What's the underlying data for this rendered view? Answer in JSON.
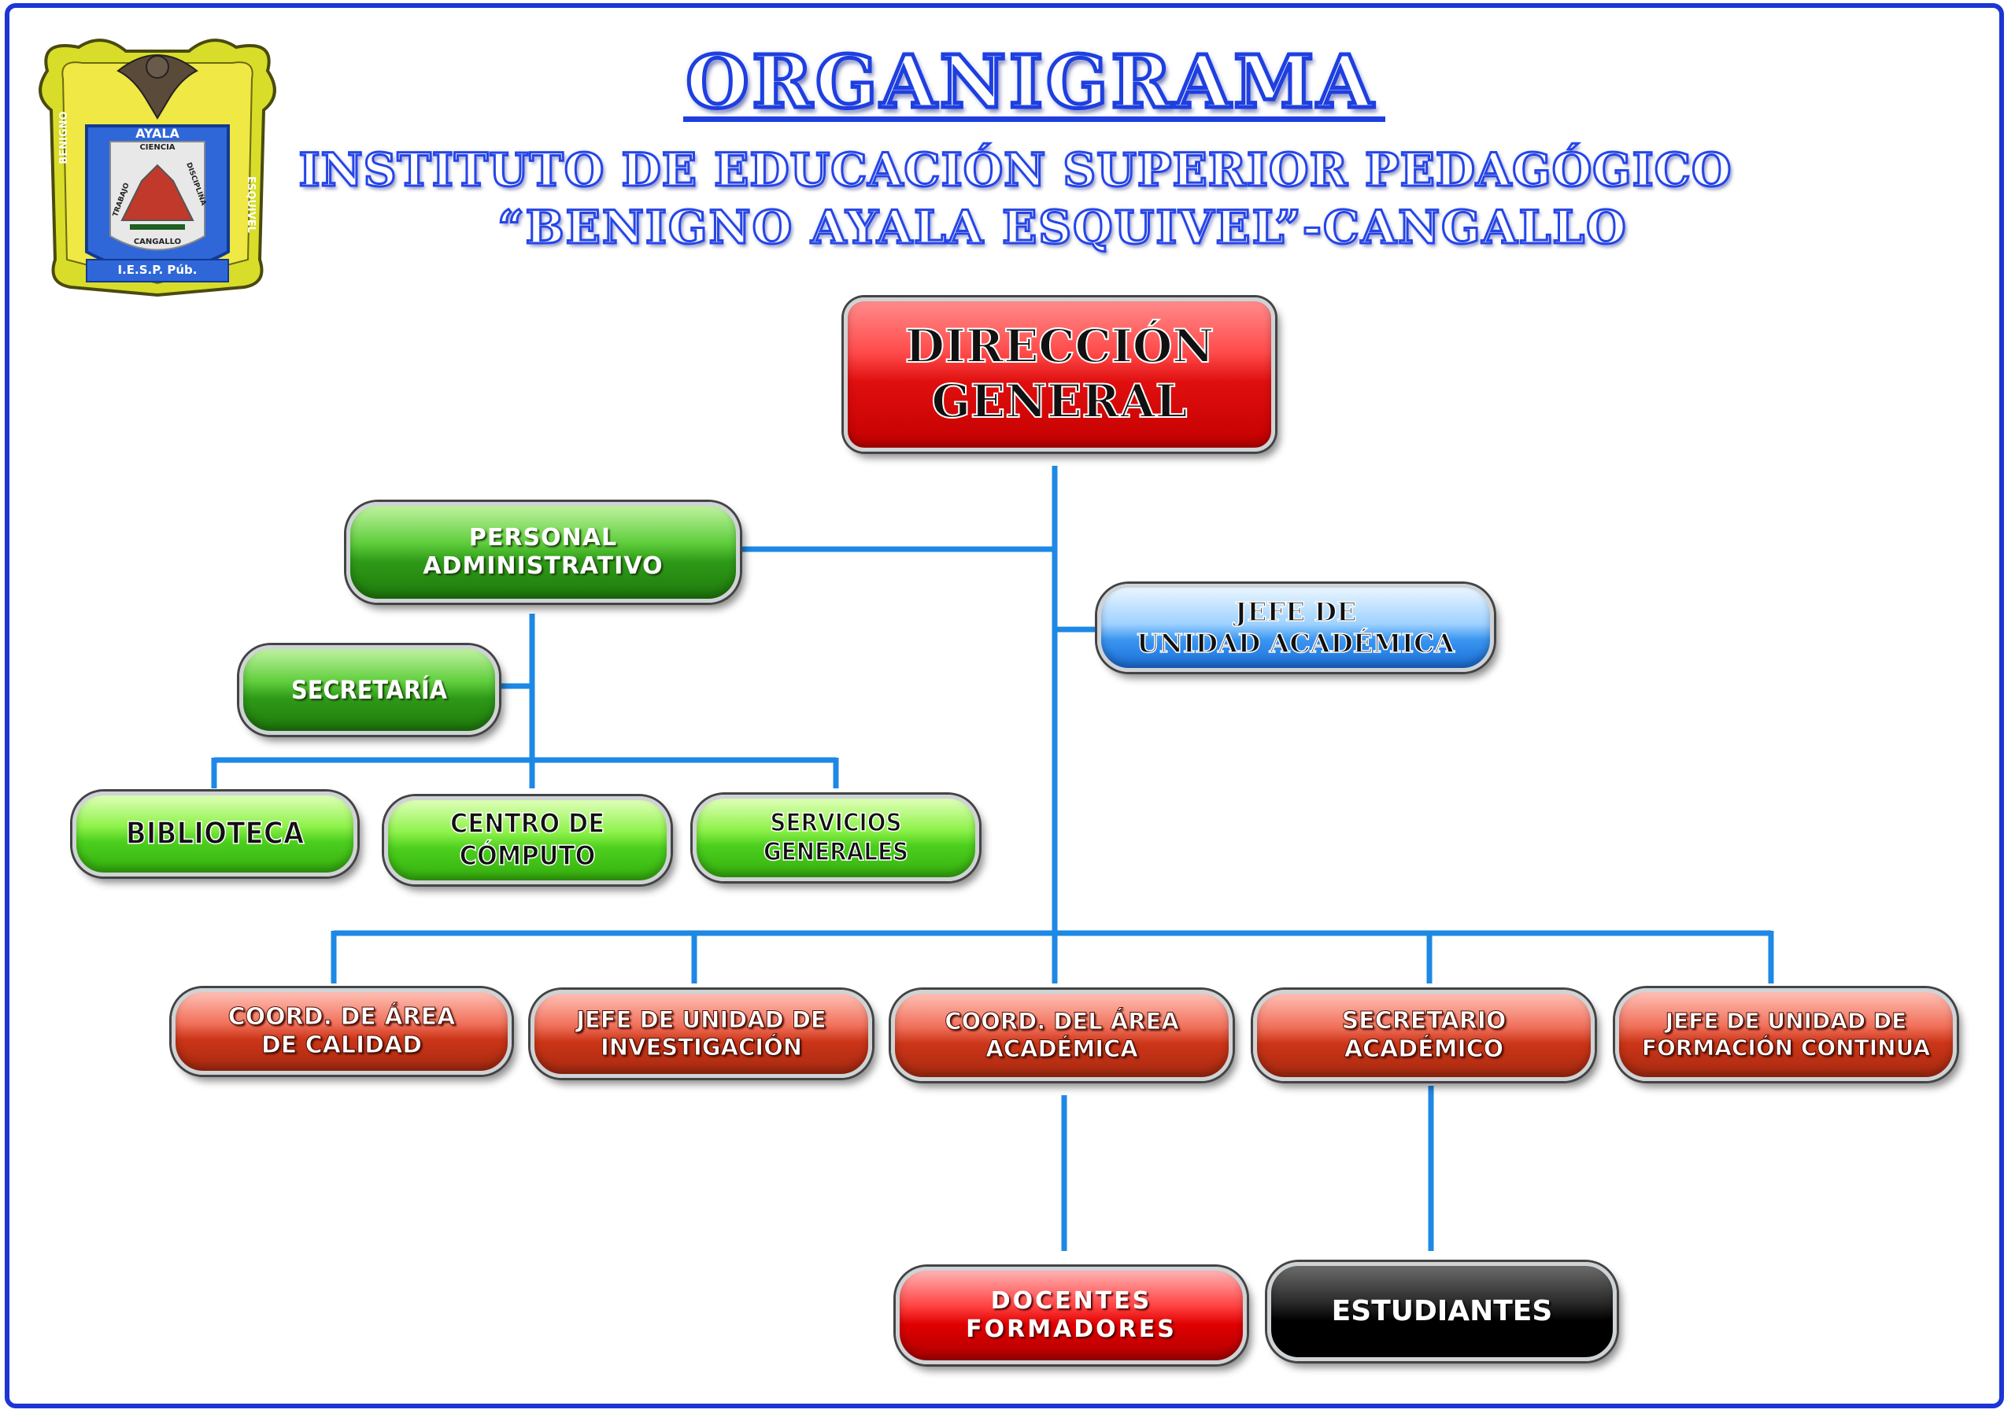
{
  "header": {
    "title": "ORGANIGRAMA",
    "subtitle_line1": "INSTITUTO DE EDUCACIÓN SUPERIOR PEDAGÓGICO",
    "subtitle_line2": "“BENIGNO AYALA ESQUIVEL”-CANGALLO"
  },
  "logo": {
    "top_text": "AYALA",
    "left_text": "BENIGNO",
    "right_text": "ESQUIVEL",
    "inner_top": "CIENCIA",
    "inner_left": "TRABAJO",
    "inner_right": "DISCIPLINA",
    "inner_bottom": "CANGALLO",
    "bottom_text": "I.E.S.P. Púb."
  },
  "nodes": {
    "direccion_general": "DIRECCIÓN\nGENERAL",
    "personal_administrativo": "PERSONAL\nADMINISTRATIVO",
    "jefe_unidad_academica": "JEFE DE\nUNIDAD ACADÉMICA",
    "secretaria": "SECRETARÍA",
    "biblioteca": "BIBLIOTECA",
    "centro_computo": "CENTRO DE CÓMPUTO",
    "servicios_generales": "SERVICIOS GENERALES",
    "coord_calidad": "COORD. DE ÁREA\nDE CALIDAD",
    "jefe_investigacion": "JEFE DE UNIDAD DE\nINVESTIGACIÓN",
    "coord_academica": "COORD. DEL ÁREA\nACADÉMICA",
    "secretario_academico": "SECRETARIO\nACADÉMICO",
    "jefe_formacion_continua": "JEFE DE UNIDAD DE\nFORMACIÓN CONTINUA",
    "docentes_formadores": "DOCENTES\nFORMADORES",
    "estudiantes": "ESTUDIANTES"
  },
  "colors": {
    "frame": "#1c35d6",
    "connector": "#1e88e5",
    "main_red": "#e00f0f",
    "green": "#2e9a18",
    "lime": "#4ccf1e",
    "blue": "#3a95f0",
    "coral": "#cc3518",
    "black": "#000000"
  }
}
